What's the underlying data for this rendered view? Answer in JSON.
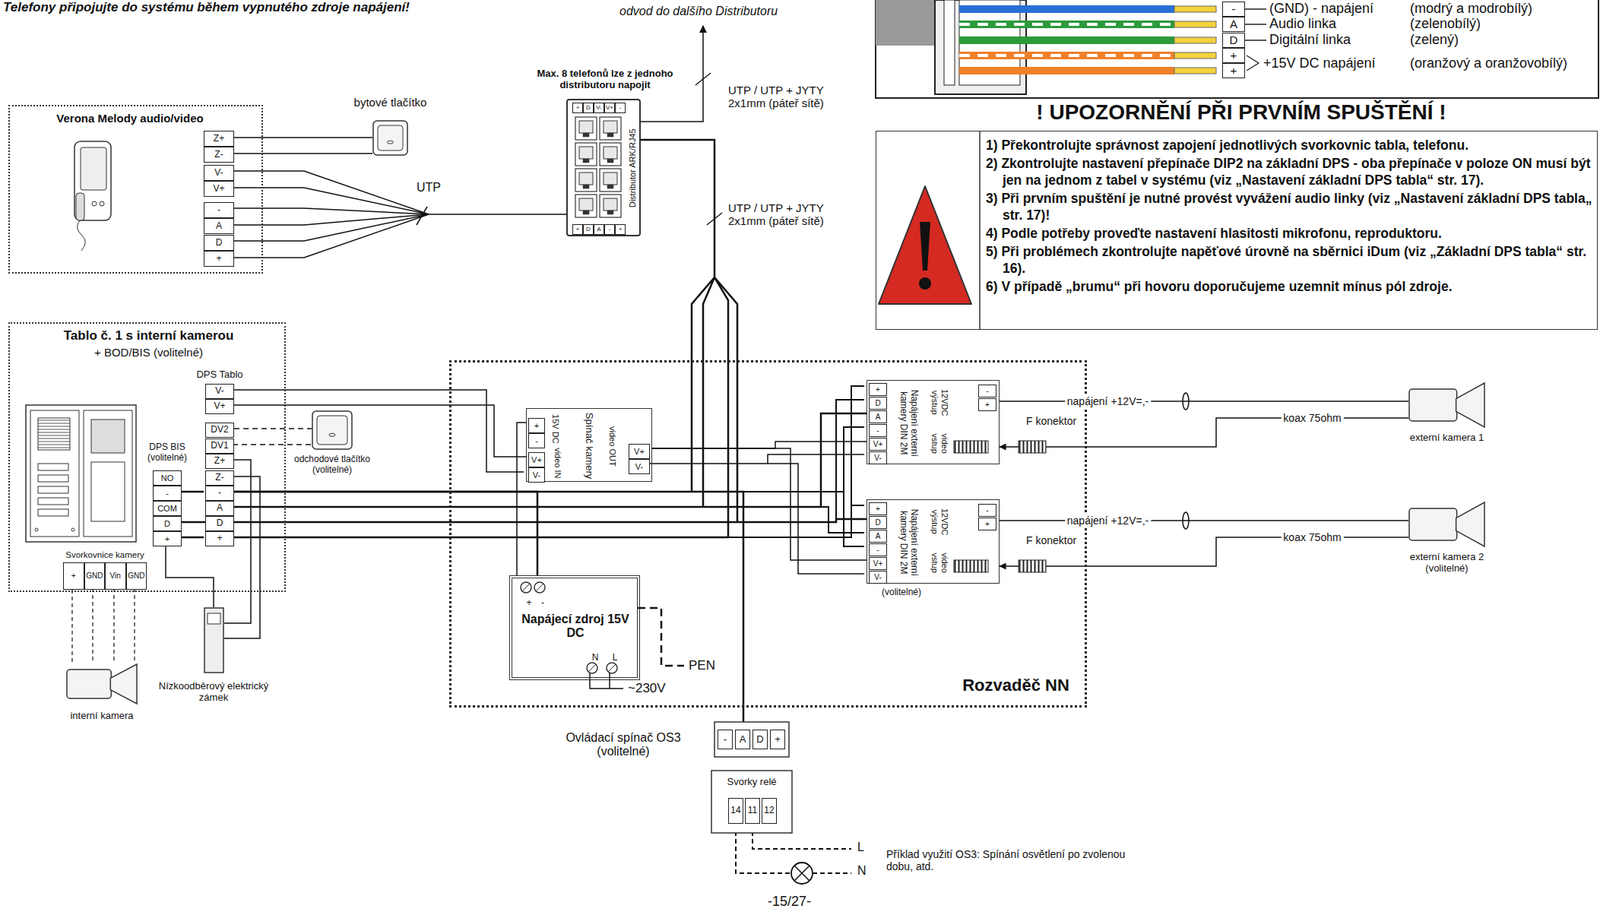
{
  "diagram": {
    "nodes": [
      {
        "text": [
          "Verona Melody audio/video"
        ]
      },
      {
        "text": [
          "Z+",
          "Z-",
          "V-",
          "V+",
          "-",
          "A",
          "D",
          "+"
        ],
        "in": 0
      },
      {
        "text": [
          "bytové tlačítko"
        ]
      },
      {
        "text": [
          "Max. 8 telefonů lze z jednoho distributoru napojit",
          "Distributor ARK/RJ45",
          "+",
          "D",
          "V-",
          "V+",
          "-",
          "+",
          "D",
          "A",
          "-",
          "+"
        ]
      },
      {
        "text": [
          "Tablo č. 1 s interní kamerou",
          "+ BOD/BIS (volitelné)"
        ]
      },
      {
        "text": [
          "DPS Tablo",
          "V-",
          "V+",
          "DV2",
          "DV1",
          "Z+",
          "Z-",
          "-",
          "A",
          "D",
          "+"
        ],
        "in": 4
      },
      {
        "text": [
          "DPS BIS (volitelné)",
          "NO",
          "-",
          "COM",
          "D",
          "+"
        ],
        "in": 4
      },
      {
        "text": [
          "Svorkovnice kamery",
          "+",
          "GND",
          "Vin",
          "GND"
        ],
        "in": 4
      },
      {
        "text": [
          "odchodové tlačítko (volitelné)"
        ]
      },
      {
        "text": [
          "interní kamera"
        ]
      },
      {
        "text": [
          "Nízkoodběrový elektrický zámek"
        ]
      },
      {
        "text": [
          "Rozvaděč NN"
        ]
      },
      {
        "text": [
          "Spínač kamery",
          "15V DC",
          "video IN",
          "video OUT",
          "+",
          "-",
          "V+",
          "V-",
          "V+",
          "V-"
        ],
        "in": 11
      },
      {
        "text": [
          "Napájecí zdroj 15V DC",
          "+",
          "-",
          "N",
          "L"
        ],
        "in": 11
      },
      {
        "text": [
          "Napájení externí kamery DIN 2M",
          "12VDC výstup",
          "video vstup",
          "+",
          "D",
          "A",
          "-",
          "V+",
          "V-",
          "-",
          "+"
        ],
        "in": 11
      },
      {
        "text": [
          "Napájení externí kamery DIN 2M",
          "12VDC výstup",
          "video vstup",
          "+",
          "D",
          "A",
          "-",
          "V+",
          "V-",
          "-",
          "+",
          "(volitelné)"
        ],
        "in": 11
      },
      {
        "text": [
          "externí kamera 1"
        ]
      },
      {
        "text": [
          "externí kamera 2 (volitelné)"
        ]
      },
      {
        "text": [
          "Ovládací spínač OS3 (volitelné)",
          "-",
          "A",
          "D",
          "+",
          "Svorky relé",
          "14",
          "11",
          "12"
        ]
      },
      {
        "text": [
          "! UPOZORNĚNÍ PŘI PRVNÍM SPUŠTĚNÍ !",
          "1) Překontrolujte správnost zapojení jednotlivých svorkovnic tabla, telefonu.",
          "2) Zkontrolujte nastavení přepínače DIP2 na základní DPS - oba přepínače v poloze ON musí být jen na jednom z tabel v systému (viz „Nastavení základní DPS tabla“ str. 17).",
          "3) Při prvním spuštění je nutné provést vyvážení audio linky (viz „Nastavení základní DPS tabla„ str. 17)!",
          "4) Podle potřeby proveďte nastavení hlasitosti mikrofonu, reproduktoru.",
          "5) Při problémech zkontrolujte napěťové úrovně na sběrnici iDum (viz „Základní DPS tabla“ str. 16).",
          "6) V případě „brumu“ při hovoru doporučujeme uzemnit mínus pól zdroje."
        ]
      }
    ],
    "edges": [
      {
        "from": 1,
        "to": 2,
        "arrow": "none"
      },
      {
        "from": 1,
        "to": 3,
        "arrow": "none"
      },
      {
        "from": 3,
        "to": 5,
        "arrow": "none"
      },
      {
        "from": 5,
        "to": 12,
        "arrow": "none"
      },
      {
        "from": 12,
        "to": 14,
        "arrow": "none"
      },
      {
        "from": 12,
        "to": 15,
        "arrow": "none"
      },
      {
        "from": 13,
        "to": 5,
        "arrow": "none"
      },
      {
        "from": 13,
        "to": 12,
        "arrow": "none"
      },
      {
        "from": 5,
        "to": 14,
        "arrow": "none"
      },
      {
        "from": 5,
        "to": 15,
        "arrow": "none"
      },
      {
        "from": 5,
        "to": 18,
        "arrow": "none"
      },
      {
        "from": 5,
        "to": 8,
        "arrow": "none"
      },
      {
        "from": 5,
        "to": 10,
        "arrow": "none"
      },
      {
        "from": 6,
        "to": 10,
        "arrow": "none"
      },
      {
        "from": 6,
        "to": 5,
        "arrow": "none"
      },
      {
        "from": 7,
        "to": 9,
        "arrow": "none"
      },
      {
        "from": 14,
        "to": 16,
        "label": "napájení +12V=,-",
        "arrow": "none"
      },
      {
        "from": 16,
        "to": 14,
        "label": "koax 75ohm",
        "arrow": "to"
      },
      {
        "from": 15,
        "to": 17,
        "label": "napájení +12V=,-",
        "arrow": "none"
      },
      {
        "from": 17,
        "to": 15,
        "label": "koax 75ohm",
        "arrow": "to"
      }
    ],
    "labels": [
      "Telefony připojujte do systému během vypnutého zdroje napájení!",
      "odvod do dalšího Distributoru",
      "UTP / UTP + JYTY 2x1mm (páteř sítě)",
      "UTP / UTP + JYTY 2x1mm (páteř sítě)",
      "UTP",
      "PEN",
      "~230V",
      "F konektor",
      "F konektor",
      "Příklad využití OS3: Spínání osvětlení po zvolenou dobu, atd.",
      "L",
      "N",
      "-15/27-",
      "-",
      "(GND) - napájení",
      "(modrý a modrobílý)",
      "A",
      "Audio linka",
      "(zelenobílý)",
      "D",
      "Digitální linka",
      "(zelený)",
      "+",
      "+15V DC napájení",
      "(oranžový a oranžovobílý)",
      "+"
    ]
  }
}
